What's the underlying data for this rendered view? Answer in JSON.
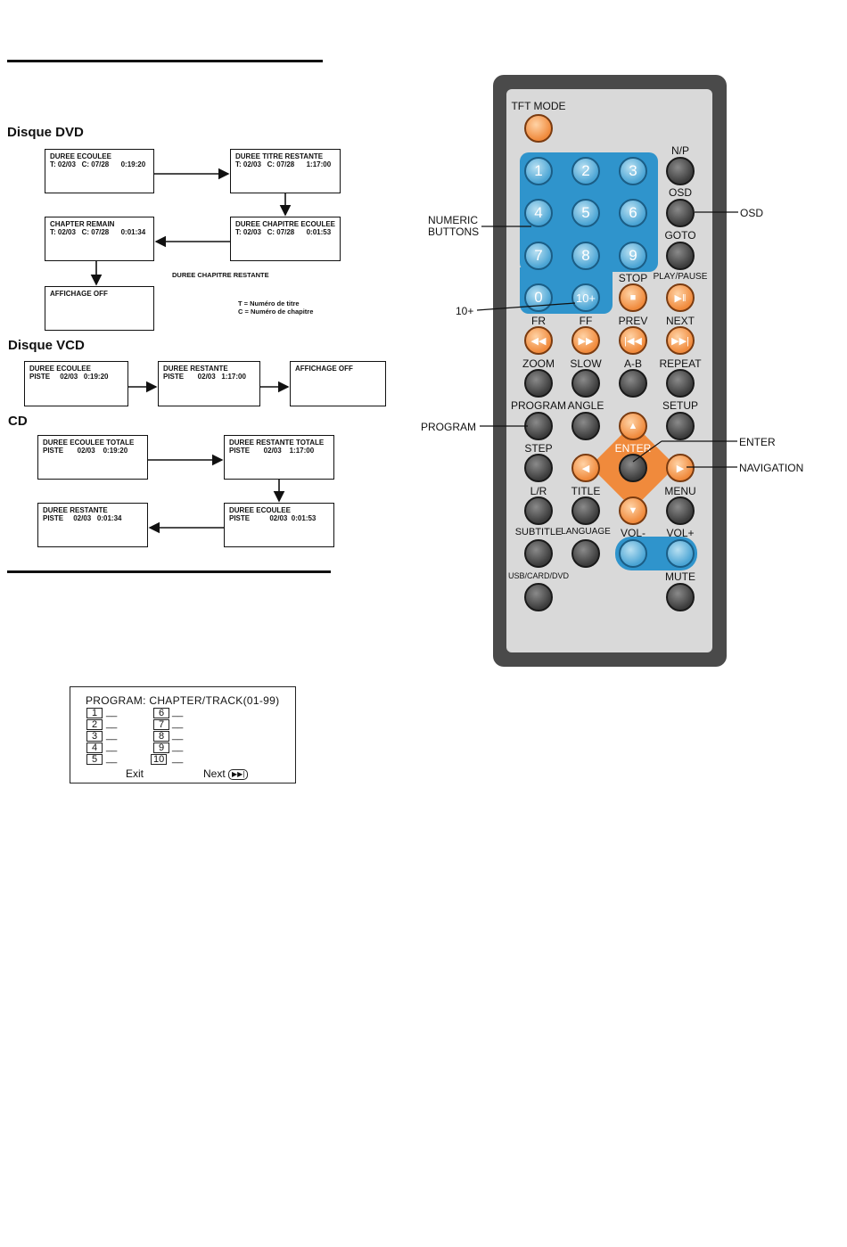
{
  "dvd": {
    "heading": "Disque DVD",
    "boxes": [
      {
        "l1": "DUREE ECOULEE",
        "l2": "T: 02/03   C: 07/28      0:19:20"
      },
      {
        "l1": "DUREE TITRE RESTANTE",
        "l2": "T: 02/03   C: 07/28      1:17:00"
      },
      {
        "l1": "DUREE CHAPITRE ECOULEE",
        "l2": "T: 02/03   C: 07/28      0:01:53"
      },
      {
        "l1": "CHAPTER REMAIN",
        "l2": "T: 02/03   C: 07/28      0:01:34"
      },
      {
        "l1": "AFFICHAGE OFF",
        "l2": ""
      }
    ],
    "caption": "DUREE CHAPITRE RESTANTE",
    "legend_t": "T  = Numéro de titre",
    "legend_c": "C =  Numéro de chapitre"
  },
  "vcd": {
    "heading": "Disque VCD",
    "boxes": [
      {
        "l1": "DUREE ECOULEE",
        "l2": "PISTE     02/03   0:19:20"
      },
      {
        "l1": "DUREE RESTANTE",
        "l2": "PISTE       02/03   1:17:00"
      },
      {
        "l1": "AFFICHAGE OFF",
        "l2": ""
      }
    ]
  },
  "cd": {
    "heading": "CD",
    "boxes": [
      {
        "l1": "DUREE ECOULEE TOTALE",
        "l2": "PISTE       02/03    0:19:20"
      },
      {
        "l1": "DUREE RESTANTE TOTALE",
        "l2": "PISTE       02/03    1:17:00"
      },
      {
        "l1": "DUREE ECOULEE",
        "l2": "PISTE          02/03  0:01:53"
      },
      {
        "l1": "DUREE RESTANTE",
        "l2": "PISTE     02/03   0:01:34"
      }
    ]
  },
  "remote": {
    "labels": {
      "tft": "TFT MODE",
      "np": "N/P",
      "osd": "OSD",
      "goto": "GOTO",
      "stop": "STOP",
      "playpause": "PLAY/PAUSE",
      "fr": "FR",
      "ff": "FF",
      "prev": "PREV",
      "next": "NEXT",
      "zoom": "ZOOM",
      "slow": "SLOW",
      "ab": "A-B",
      "repeat": "REPEAT",
      "program": "PROGRAM",
      "angle": "ANGLE",
      "setup": "SETUP",
      "step": "STEP",
      "enter": "ENTER",
      "lr": "L/R",
      "title": "TITLE",
      "menu": "MENU",
      "subtitle": "SUBTITLE",
      "language": "LANGUAGE",
      "volm": "VOL-",
      "volp": "VOL+",
      "usb": "USB/CARD/DVD",
      "mute": "MUTE"
    },
    "digits": [
      "1",
      "2",
      "3",
      "4",
      "5",
      "6",
      "7",
      "8",
      "9",
      "0",
      "10+"
    ],
    "callouts": {
      "numeric": "NUMERIC\nBUTTONS",
      "osd": "OSD",
      "tenplus": "10+",
      "program": "PROGRAM",
      "enter": "ENTER",
      "navigation": "NAVIGATION"
    },
    "colors": {
      "body": "#4a4a4a",
      "panel": "#2f94cc",
      "orange": "#f08a3c"
    }
  },
  "program_screen": {
    "title": "PROGRAM: CHAPTER/TRACK(01-99)",
    "slots": [
      "1",
      "2",
      "3",
      "4",
      "5",
      "6",
      "7",
      "8",
      "9",
      "10"
    ],
    "exit": "Exit",
    "next": "Next"
  }
}
